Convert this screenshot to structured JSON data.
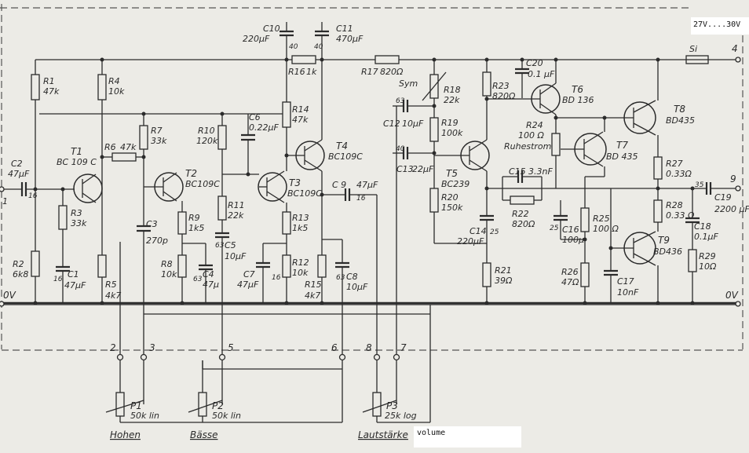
{
  "supply_note": "27V....30V",
  "volume_note": "volume",
  "transistors": {
    "T1": {
      "name": "T1",
      "type": "BC 109 C"
    },
    "T2": {
      "name": "T2",
      "type": "BC109C"
    },
    "T3": {
      "name": "T3",
      "type": "BC109C"
    },
    "T4": {
      "name": "T4",
      "type": "BC109C"
    },
    "T5": {
      "name": "T5",
      "type": "BC239"
    },
    "T6": {
      "name": "T6",
      "type": "BD 136"
    },
    "T7": {
      "name": "T7",
      "type": "BD 435"
    },
    "T8": {
      "name": "T8",
      "type": "BD435"
    },
    "T9": {
      "name": "T9",
      "type": "BD436"
    }
  },
  "resistors": {
    "R1": {
      "name": "R1",
      "value": "47k"
    },
    "R2": {
      "name": "R2",
      "value": "6k8"
    },
    "R3": {
      "name": "R3",
      "value": "33k"
    },
    "R4": {
      "name": "R4",
      "value": "10k"
    },
    "R5": {
      "name": "R5",
      "value": "4k7"
    },
    "R6": {
      "name": "R6",
      "value": "47k"
    },
    "R7": {
      "name": "R7",
      "value": "33k"
    },
    "R8": {
      "name": "R8",
      "value": "10k"
    },
    "R9": {
      "name": "R9",
      "value": "1k5"
    },
    "R10": {
      "name": "R10",
      "value": "120k"
    },
    "R11": {
      "name": "R11",
      "value": "22k"
    },
    "R12": {
      "name": "R12",
      "value": "10k"
    },
    "R13": {
      "name": "R13",
      "value": "1k5"
    },
    "R14": {
      "name": "R14",
      "value": "47k"
    },
    "R15": {
      "name": "R15",
      "value": "4k7"
    },
    "R16": {
      "name": "R16",
      "value": "1k"
    },
    "R17": {
      "name": "R17",
      "value": "820Ω"
    },
    "R18": {
      "name": "R18",
      "value": "22k"
    },
    "R19": {
      "name": "R19",
      "value": "100k"
    },
    "R20": {
      "name": "R20",
      "value": "150k"
    },
    "R21": {
      "name": "R21",
      "value": "39Ω"
    },
    "R22": {
      "name": "R22",
      "value": "820Ω"
    },
    "R23": {
      "name": "R23",
      "value": "820Ω"
    },
    "R24": {
      "name": "R24",
      "value": "100 Ω"
    },
    "R25": {
      "name": "R25",
      "value": "100 Ω"
    },
    "R26": {
      "name": "R26",
      "value": "47Ω"
    },
    "R27": {
      "name": "R27",
      "value": "0.33Ω"
    },
    "R28": {
      "name": "R28",
      "value": "0.33 Ω"
    },
    "R29": {
      "name": "R29",
      "value": "10Ω"
    }
  },
  "capacitors": {
    "C1": {
      "name": "C1",
      "value": "47µF",
      "rating": "16"
    },
    "C2": {
      "name": "C2",
      "value": "47µF",
      "rating": "16"
    },
    "C3": {
      "name": "C3",
      "value": "270p"
    },
    "C4": {
      "name": "C4",
      "value": "47µ",
      "rating": "63"
    },
    "C5": {
      "name": "C5",
      "value": "10µF",
      "rating": "63"
    },
    "C6": {
      "name": "C6",
      "value": "0.22µF"
    },
    "C7": {
      "name": "C7",
      "value": "47µF",
      "rating": "16"
    },
    "C8": {
      "name": "C8",
      "value": "10µF",
      "rating": "63"
    },
    "C9": {
      "name": "C 9",
      "value": "47µF",
      "rating": "16"
    },
    "C10": {
      "name": "C10",
      "value": "220µF",
      "rating": "40"
    },
    "C11": {
      "name": "C11",
      "value": "470µF",
      "rating": "40"
    },
    "C12": {
      "name": "C12",
      "value": "10µF",
      "rating": "63"
    },
    "C13": {
      "name": "C13",
      "value": "22µF",
      "rating": "40"
    },
    "C14": {
      "name": "C14",
      "value": "220µF",
      "rating": "25"
    },
    "C15": {
      "name": "C15",
      "value": "3.3nF"
    },
    "C16": {
      "name": "C16",
      "value": "100µ",
      "rating": "25"
    },
    "C17": {
      "name": "C17",
      "value": "10nF"
    },
    "C18": {
      "name": "C18",
      "value": "0.1µF"
    },
    "C19": {
      "name": "C19",
      "value": "2200 µF",
      "rating": "35"
    },
    "C20": {
      "name": "C20",
      "value": "0.1 µF"
    }
  },
  "pots": {
    "P1": {
      "name": "P1",
      "value": "50k lin",
      "label": "Hohen"
    },
    "P2": {
      "name": "P2",
      "value": "50k lin",
      "label": "Bässe"
    },
    "P3": {
      "name": "P3",
      "value": "25k log",
      "label": "Lautstärke"
    }
  },
  "labels": {
    "sym": "Sym",
    "ruhestrom": "Ruhestrom",
    "fuse": "Si",
    "zero_left": "0V",
    "zero_right": "0V",
    "input": "1"
  },
  "terminals": [
    "2",
    "3",
    "5",
    "6",
    "8",
    "7",
    "4",
    "9"
  ]
}
